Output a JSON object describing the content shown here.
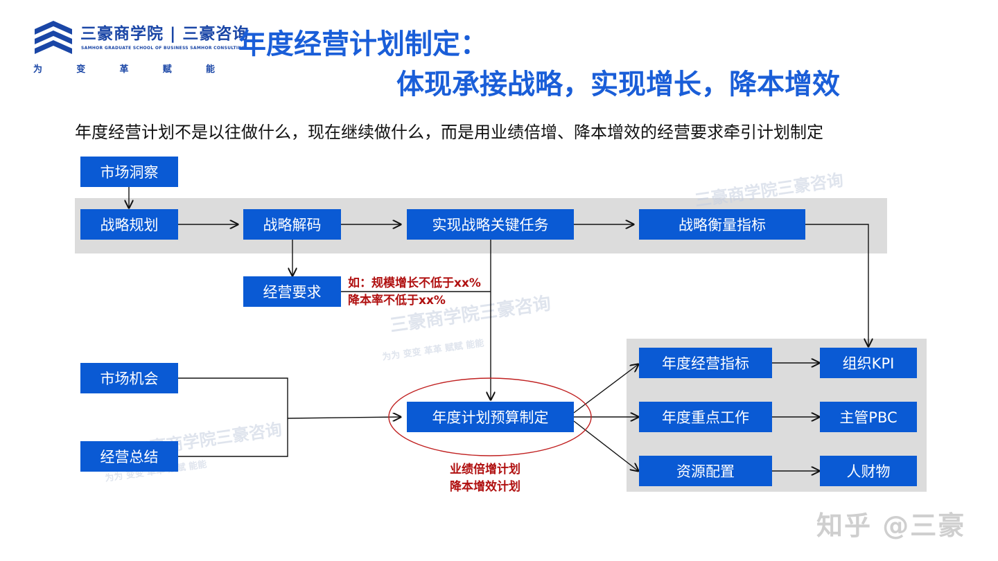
{
  "logo": {
    "cn_text": "三豪商学院 | 三豪咨询",
    "en_text": "SAMHOR GRADUATE SCHOOL OF BUSINESS   SAMHOR CONSULTING",
    "slogan": [
      "为",
      "变",
      "革",
      "赋",
      "能"
    ]
  },
  "title": {
    "line1": "年度经营计划制定：",
    "line2": "体现承接战略，实现增长，降本增效"
  },
  "subtitle": "年度经营计划不是以往做什么，现在继续做什么，而是用业绩倍增、降本增效的经营要求牵引计划制定",
  "nodes": {
    "market_insight": "市场洞察",
    "strategy_planning": "战略规划",
    "strategy_decoding": "战略解码",
    "key_tasks": "实现战略关键任务",
    "strategy_metrics": "战略衡量指标",
    "business_requirements": "经营要求",
    "market_opportunity": "市场机会",
    "business_summary": "经营总结",
    "annual_budget": "年度计划预算制定",
    "annual_indicators": "年度经营指标",
    "annual_key_work": "年度重点工作",
    "resource_allocation": "资源配置",
    "org_kpi": "组织KPI",
    "manager_pbc": "主管PBC",
    "hr_finance_material": "人财物"
  },
  "notes": {
    "requirement_line1": "如：规模增长不低于xx%",
    "requirement_line2": "降本率不低于xx%",
    "plan_line1": "业绩倍增计划",
    "plan_line2": "降本增效计划"
  },
  "watermark": {
    "text": "三豪商学院三豪咨询",
    "slogan": "为为    变变    革革    赋赋    能能"
  },
  "footer_watermark": "知乎 @三豪",
  "colors": {
    "box_blue": "#0a5ad4",
    "title_blue": "#1a5ed8",
    "band_gray": "#dcdcdc",
    "note_red": "#b01010"
  }
}
